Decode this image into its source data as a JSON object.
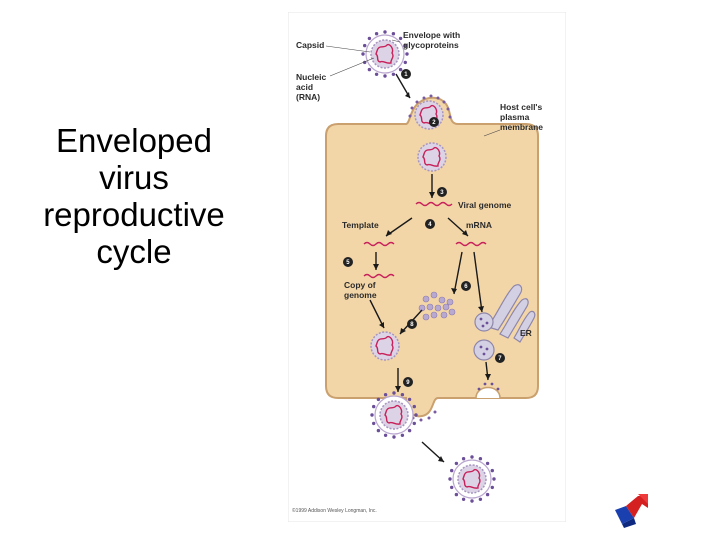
{
  "slide": {
    "title_lines": [
      "Enveloped",
      "virus",
      "reproductive",
      "cycle"
    ]
  },
  "figure": {
    "labels": {
      "capsid": "Capsid",
      "envelope_1": "Envelope with",
      "envelope_2": "glycoproteins",
      "nucleic_1": "Nucleic",
      "nucleic_2": "acid",
      "nucleic_3": "(RNA)",
      "host_1": "Host cell's",
      "host_2": "plasma",
      "host_3": "membrane",
      "viral_genome": "Viral genome",
      "template": "Template",
      "mrna": "mRNA",
      "copy_1": "Copy of",
      "copy_2": "genome",
      "er": "ER"
    },
    "steps": [
      "1",
      "2",
      "3",
      "4",
      "5",
      "6",
      "7",
      "8",
      "9"
    ],
    "copyright": "©1999 Addison Wesley Longman, Inc."
  },
  "colors": {
    "cytoplasm": "#f3d6a8",
    "membrane": "#c9a06e",
    "glycoprotein": "#7a5aa0",
    "rna": "#c8205a",
    "capsid_fill": "#dcd4e6"
  },
  "icons": {
    "nav": "navigation-arrows-icon"
  }
}
